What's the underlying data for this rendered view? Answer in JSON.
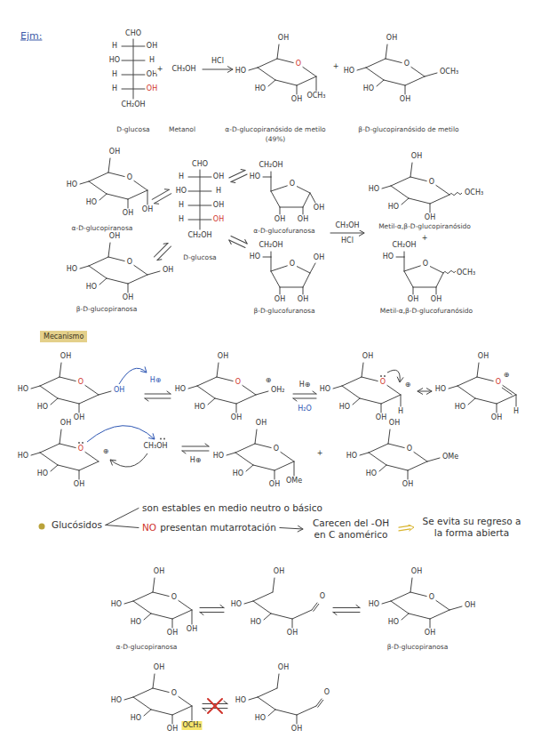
{
  "diagram": {
    "nodes": [
      {
        "text": [
          "Mecanismo"
        ]
      },
      {
        "text": [
          "Glucósidos"
        ]
      },
      {
        "text": [
          "son estables en medio neutro o básico"
        ]
      },
      {
        "text": [
          "NO",
          "presentan mutarrotación"
        ]
      },
      {
        "text": [
          "Carecen del -OH en C anomérico"
        ]
      },
      {
        "text": [
          "Se evita su regreso a la forma abierta"
        ]
      }
    ],
    "edges": [
      {
        "from": 1,
        "to": 2,
        "arrow": "none"
      },
      {
        "from": 1,
        "to": 3,
        "arrow": "none"
      },
      {
        "from": 3,
        "to": 4,
        "arrow": "to"
      },
      {
        "from": 4,
        "to": 5,
        "arrow": "to"
      }
    ],
    "labels": [
      "Ejm:",
      "CHO",
      "H",
      "OH",
      "HO",
      "H",
      "H",
      "OH",
      "H",
      "OH",
      "CH₂OH",
      "D-glucosa",
      "+",
      "CH₃OH",
      "Metanol",
      "HCl",
      "OH",
      "HO",
      "HO",
      "OH",
      "O",
      "OCH₃",
      "α-D-glucopiranósido de metilo",
      "(49%)",
      "+",
      "OH",
      "HO",
      "HO",
      "OH",
      "O",
      "OCH₃",
      "β-D-glucopiranósido de metilo",
      "OH",
      "HO",
      "HO",
      "OH",
      "O",
      "OH",
      "α-D-glucopiranosa",
      "OH",
      "HO",
      "HO",
      "OH",
      "O",
      "OH",
      "β-D-glucopiranosa",
      "CHO",
      "H",
      "OH",
      "HO",
      "H",
      "H",
      "OH",
      "H",
      "OH",
      "CH₂OH",
      "D-glucosa",
      "CH₂OH",
      "HO",
      "O",
      "OH",
      "OH",
      "OH",
      "α-D-glucofuranosa",
      "CH₂OH",
      "HO",
      "O",
      "OH",
      "OH",
      "OH",
      "β-D-glucofuranosa",
      "CH₃OH",
      "HCl",
      "OH",
      "HO",
      "HO",
      "OH",
      "O",
      "OCH₃",
      "Metil-α,β-D-glucopiranósido",
      "+",
      "CH₂OH",
      "HO",
      "O",
      "OH",
      "OH",
      "OCH₃",
      "Metil-α,β-D-glucofuranósido",
      "OH",
      "HO",
      "HO",
      "OH",
      "O",
      "OH",
      "H⊕",
      "OH",
      "HO",
      "HO",
      "OH",
      "O",
      "⊕",
      "OH₂",
      "H⊕",
      "H₂O",
      "OH",
      "HO",
      "HO",
      "OH",
      "O",
      "⊕",
      "H",
      "OH",
      "HO",
      "HO",
      "OH",
      "O",
      "⊕",
      "H",
      "OH",
      "HO",
      "HO",
      "OH",
      "O",
      "⊕",
      "CH₃OH",
      "H⊕",
      "OH",
      "HO",
      "HO",
      "OH",
      "O",
      "OMe",
      "+",
      "OH",
      "HO",
      "HO",
      "OH",
      "O",
      "OMe",
      "OH",
      "HO",
      "HO",
      "OH",
      "O",
      "OH",
      "α-D-glucopiranosa",
      "OH",
      "HO",
      "HO",
      "OH",
      "O",
      "OH",
      "HO",
      "HO",
      "OH",
      "O",
      "OH",
      "β-D-glucopiranosa",
      "OH",
      "HO",
      "HO",
      "OH",
      "O",
      "OCH₃",
      "OH",
      "HO",
      "HO",
      "OH",
      "O"
    ]
  }
}
